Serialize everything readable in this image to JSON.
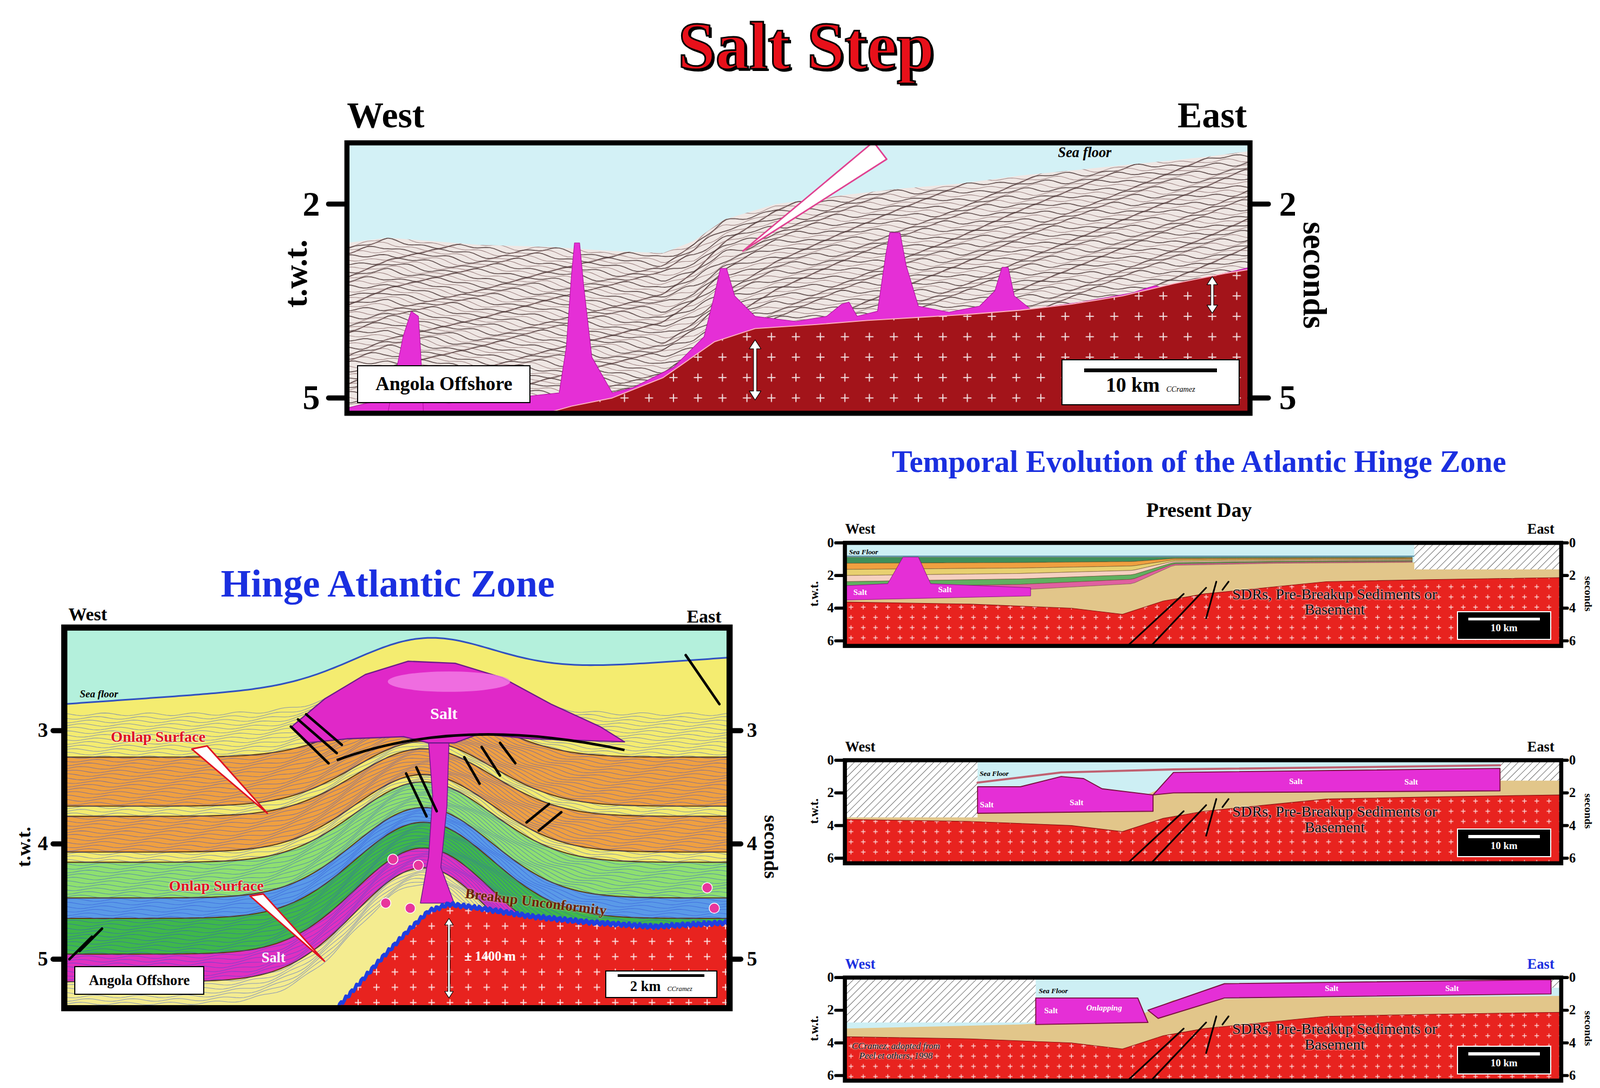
{
  "diagram": {
    "title": "Salt Step",
    "nodes": [
      {
        "text": [
          "Angola Offshore"
        ]
      },
      {
        "text": [
          "10 km",
          "CCramez"
        ]
      },
      {
        "text": [
          "Angola Offshore"
        ]
      },
      {
        "text": [
          "2 km",
          "CCramez"
        ]
      },
      {
        "text": [
          "10 km"
        ]
      },
      {
        "text": [
          "10 km"
        ]
      },
      {
        "text": [
          "10 km"
        ]
      }
    ],
    "labels": [
      "West",
      "East",
      "2",
      "5",
      "2",
      "5",
      "t.w.t.",
      "seconds",
      "Sea floor",
      "Hinge Atlantic Zone",
      "West",
      "East",
      "Sea floor",
      "Salt",
      "Onlap Surface",
      "Onlap Surface",
      "Breakup Unconformity",
      "± 1400 m",
      "Salt",
      "3",
      "4",
      "5",
      "3",
      "4",
      "5",
      "t.w.t.",
      "seconds",
      "Temporal Evolution of the Atlantic Hinge Zone",
      "Present Day",
      "West",
      "East",
      "0",
      "2",
      "4",
      "6",
      "0",
      "2",
      "4",
      "6",
      "t.w.t.",
      "seconds",
      "Sea Floor",
      "Salt",
      "Salt",
      "SDRs, Pre-Breakup Sediments or Basement",
      "West",
      "East",
      "0",
      "2",
      "4",
      "6",
      "0",
      "2",
      "4",
      "6",
      "t.w.t.",
      "seconds",
      "Sea Floor",
      "Salt",
      "Salt",
      "Salt",
      "Salt",
      "SDRs, Pre-Breakup Sediments or Basement",
      "West",
      "East",
      "0",
      "2",
      "4",
      "6",
      "0",
      "2",
      "4",
      "6",
      "t.w.t.",
      "seconds",
      "Sea Floor",
      "Salt",
      "Onlapping",
      "Salt",
      "Salt",
      "SDRs, Pre-Breakup Sediments or Basement",
      "CCramez, adopted from Peel et others, 1998"
    ]
  }
}
